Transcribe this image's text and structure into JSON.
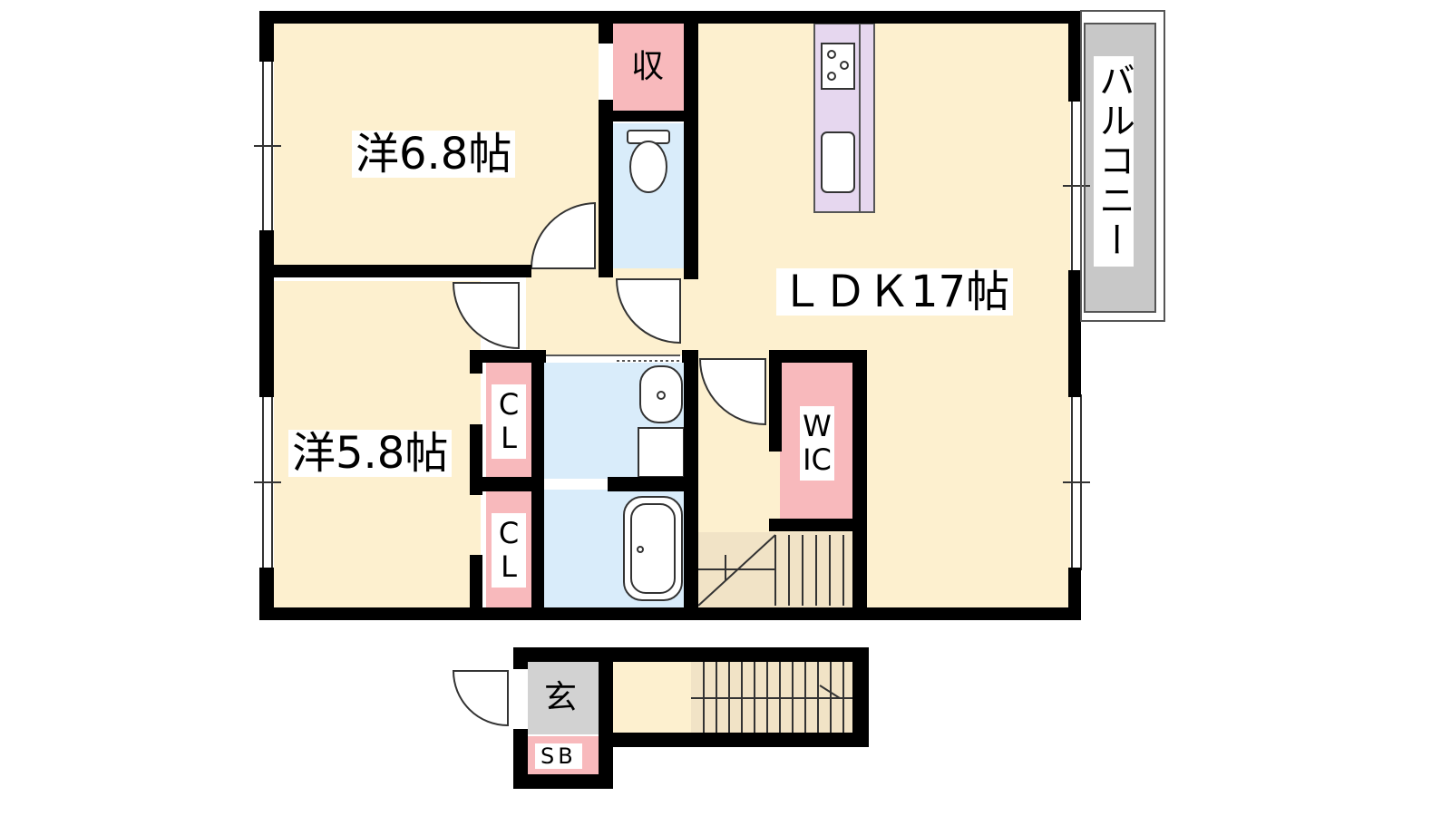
{
  "floorplan": {
    "rooms": {
      "western_1": {
        "label": "洋6.8帖"
      },
      "western_2": {
        "label": "洋5.8帖"
      },
      "ldk": {
        "label": "ＬＤＫ17帖"
      },
      "storage": {
        "label": "収"
      },
      "closet_1": {
        "label": "CL"
      },
      "closet_2": {
        "label": "CL"
      },
      "wic": {
        "label": "WIC"
      },
      "balcony": {
        "label": "バルコニー"
      },
      "entrance": {
        "label": "玄"
      },
      "shoe_box": {
        "label": "SB"
      }
    },
    "colors": {
      "room_floor": "#fdf0cf",
      "storage": "#f8b9bc",
      "wet_area": "#d9ecfa",
      "kitchen": "#e6d7ef",
      "balcony": "#c8c8c8",
      "entrance": "#d2d2d2",
      "stairs": "#f1e3c6",
      "wall": "#000000"
    }
  }
}
